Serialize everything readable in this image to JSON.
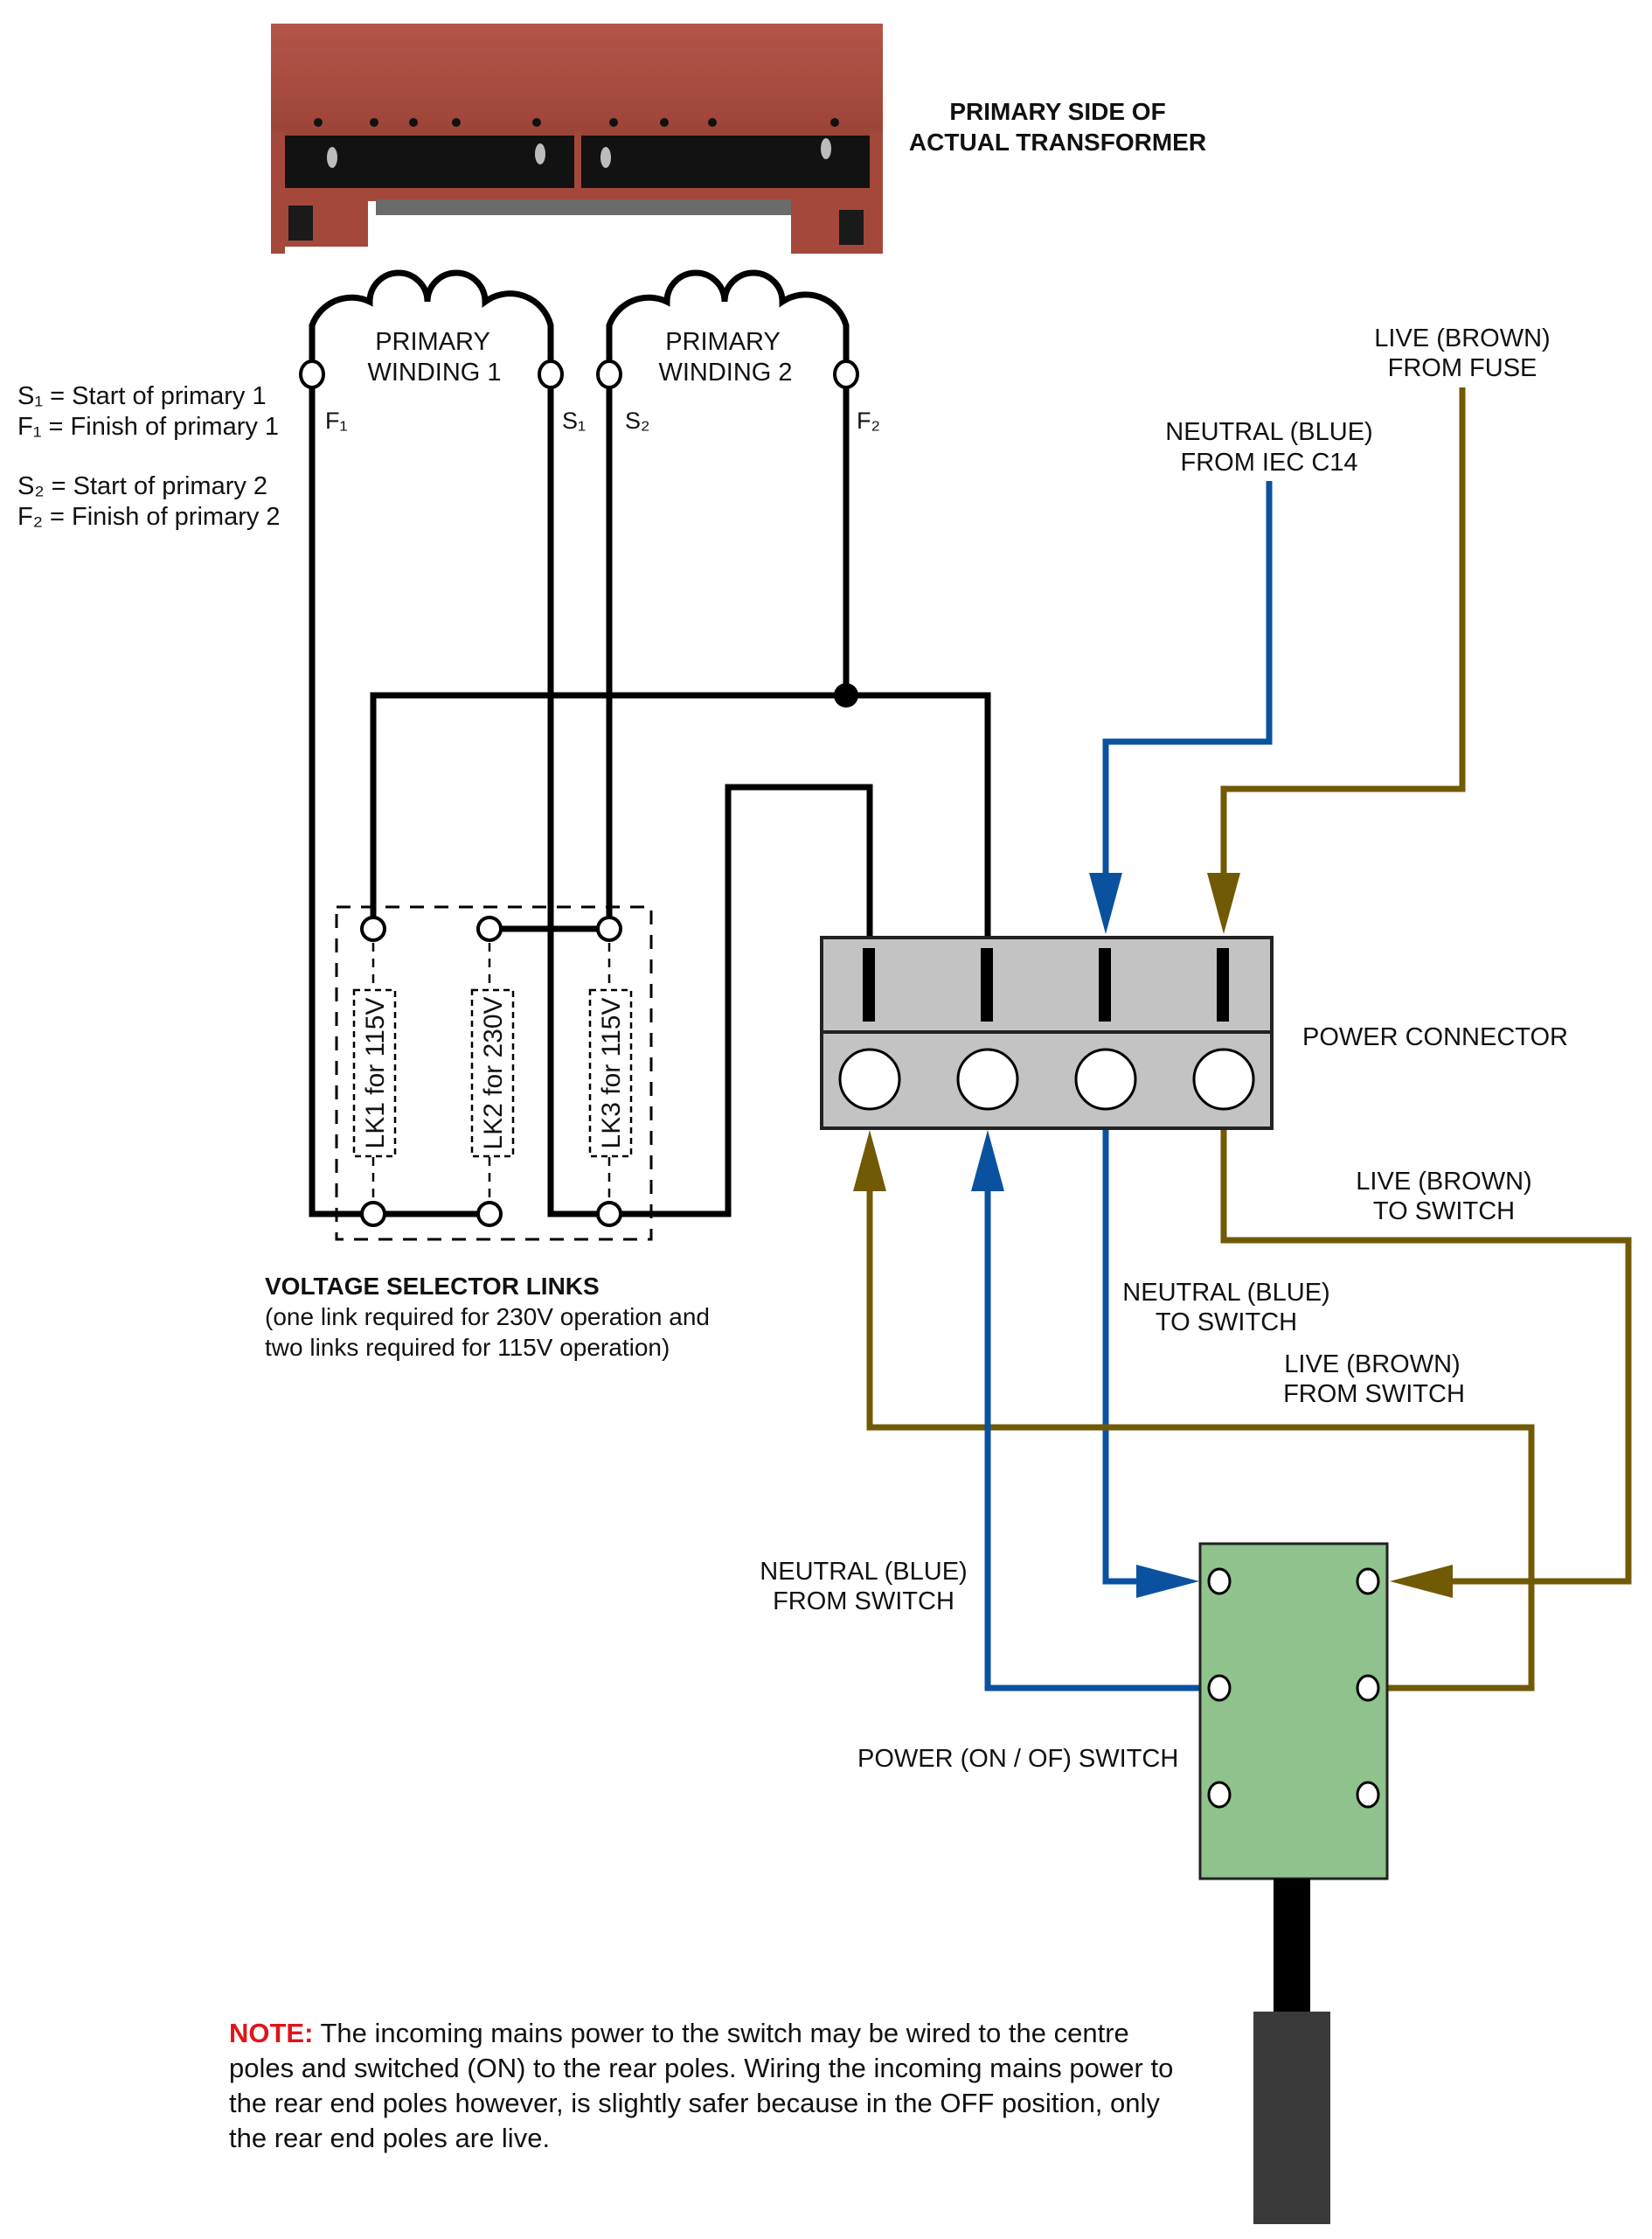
{
  "title_transformer": [
    "PRIMARY SIDE OF",
    "ACTUAL TRANSFORMER"
  ],
  "legend": [
    "S₁ = Start of primary 1",
    "F₁ = Finish of primary 1",
    "S₂ = Start of primary 2",
    "F₂ = Finish of primary 2"
  ],
  "windings": [
    {
      "label": [
        "PRIMARY",
        "WINDING 1"
      ],
      "left_terminal": "F₁",
      "right_terminal": "S₁"
    },
    {
      "label": [
        "PRIMARY",
        "WINDING 2"
      ],
      "left_terminal": "S₂",
      "right_terminal": "F₂"
    }
  ],
  "links": [
    {
      "label": "LK1 for 115V"
    },
    {
      "label": "LK2 for 230V"
    },
    {
      "label": "LK3 for 115V"
    }
  ],
  "voltage_selector": {
    "title": "VOLTAGE SELECTOR LINKS",
    "desc": [
      "(one link required for 230V operation and",
      "two links required for 115V operation)"
    ]
  },
  "wire_labels": {
    "live_from_fuse": [
      "LIVE (BROWN)",
      "FROM FUSE"
    ],
    "neutral_from_iec": [
      "NEUTRAL (BLUE)",
      "FROM IEC C14"
    ],
    "live_to_switch": [
      "LIVE (BROWN)",
      "TO SWITCH"
    ],
    "neutral_to_switch": [
      "NEUTRAL (BLUE)",
      "TO SWITCH"
    ],
    "live_from_switch": [
      "LIVE (BROWN)",
      "FROM SWITCH"
    ],
    "neutral_from_switch": [
      "NEUTRAL (BLUE)",
      "FROM SWITCH"
    ]
  },
  "power_connector_label": "POWER CONNECTOR",
  "switch_label": "POWER (ON / OF) SWITCH",
  "note": {
    "head": "NOTE:",
    "text": " The incoming mains power to the switch may be wired to the centre poles and switched (ON) to the rear poles. Wiring the incoming mains power to the rear end poles however, is slightly safer because in the OFF position, only the rear end poles are live."
  },
  "colors": {
    "live_brown": "#715a06",
    "neutral_blue": "#0a52a0",
    "wire_black": "#000000",
    "connector_grey": "#c3c3c3",
    "switch_green": "#8fc28c",
    "transformer_red": "#a4483b",
    "note_red": "#e0141b",
    "switch_shaft": "#000000",
    "switch_handle": "#3a3a3a"
  }
}
